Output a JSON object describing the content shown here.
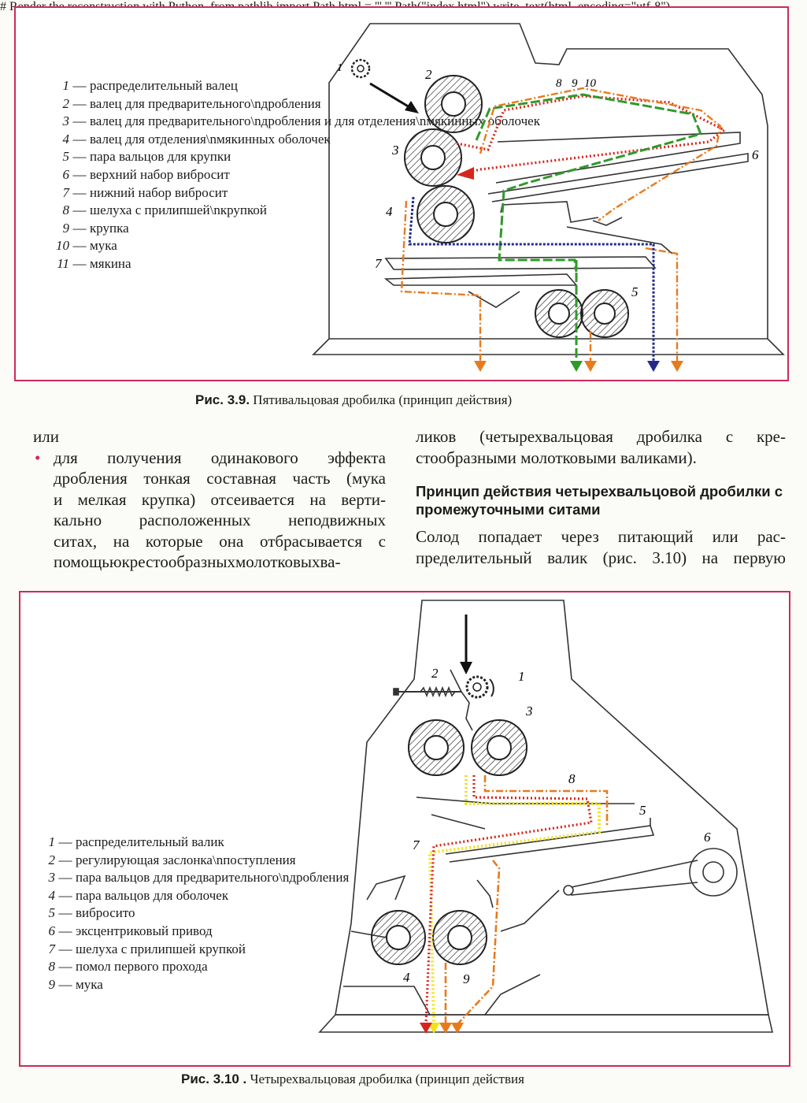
{
  "figure1": {
    "caption_bold": "Рис. 3.9.",
    "caption_text": " Пятивальцовая дробилка (принцип действия)",
    "legend": [
      {
        "num": "1",
        "text": "распределительный валец"
      },
      {
        "num": "2",
        "text": "валец для предварительного\\nдробления"
      },
      {
        "num": "3",
        "text": "валец для предварительного\\nдробления и для отделения\\nмякинных оболочек"
      },
      {
        "num": "4",
        "text": "валец для отделения\\nмякинных оболочек"
      },
      {
        "num": "5",
        "text": "пара вальцов для крупки"
      },
      {
        "num": "6",
        "text": "верхний набор вибросит"
      },
      {
        "num": "7",
        "text": "нижний набор вибросит"
      },
      {
        "num": "8",
        "text": "шелуха с прилипшей\\nкрупкой"
      },
      {
        "num": "9",
        "text": "крупка"
      },
      {
        "num": "10",
        "text": "мука"
      },
      {
        "num": "11",
        "text": "мякина"
      }
    ],
    "diagram_labels": {
      "l1": "1",
      "l2": "2",
      "l3": "3",
      "l4": "4",
      "l5": "5",
      "l6": "6",
      "l7": "7",
      "l8": "8",
      "l9": "9",
      "l10": "10"
    },
    "colors": {
      "husk": "#d8251b",
      "grits": "#2f9a2a",
      "flour": "#e87a1c",
      "chaff": "#242a8c"
    }
  },
  "text": {
    "left_intro": "или",
    "left_bullet_lines": [
      "для получения одинакового эффекта",
      "дробления тонкая составная часть (мука",
      "и мелкая крупка) отсеивается на верти-",
      "кально расположенных неподвижных",
      "ситах, на которые она отбрасывается с",
      "помощьюкрестообразныхмолотковыхва-"
    ],
    "right_lines": [
      "ликов (четырехвальцовая дробилка с кре-",
      "стообразными молотковыми валиками)."
    ],
    "heading": "Принцип действия четырехвальцовой дробилки с промежуточными ситами",
    "right_para_lines": [
      "Солод попадает через питающий или рас-",
      "пределительный валик (рис. 3.10) на первую"
    ]
  },
  "figure2": {
    "caption_bold": "Рис. 3.10 .",
    "caption_text": " Четырехвальцовая дробилка (принцип действия",
    "legend": [
      {
        "num": "1",
        "text": "распределительный валик"
      },
      {
        "num": "2",
        "text": "регулирующая заслонка\\nпоступления"
      },
      {
        "num": "3",
        "text": "пара вальцов для предварительного\\nдробления"
      },
      {
        "num": "4",
        "text": "пара вальцов для оболочек"
      },
      {
        "num": "5",
        "text": "вибросито"
      },
      {
        "num": "6",
        "text": "эксцентриковый привод"
      },
      {
        "num": "7",
        "text": "шелуха с прилипшей крупкой"
      },
      {
        "num": "8",
        "text": "помол первого прохода"
      },
      {
        "num": "9",
        "text": "мука"
      }
    ],
    "diagram_labels": {
      "l1": "1",
      "l2": "2",
      "l3": "3",
      "l4": "4",
      "l5": "5",
      "l6": "6",
      "l7": "7",
      "l8": "8",
      "l9": "9"
    },
    "colors": {
      "husk": "#d8251b",
      "grist": "#f2e21a",
      "flour": "#e87a1c"
    }
  }
}
